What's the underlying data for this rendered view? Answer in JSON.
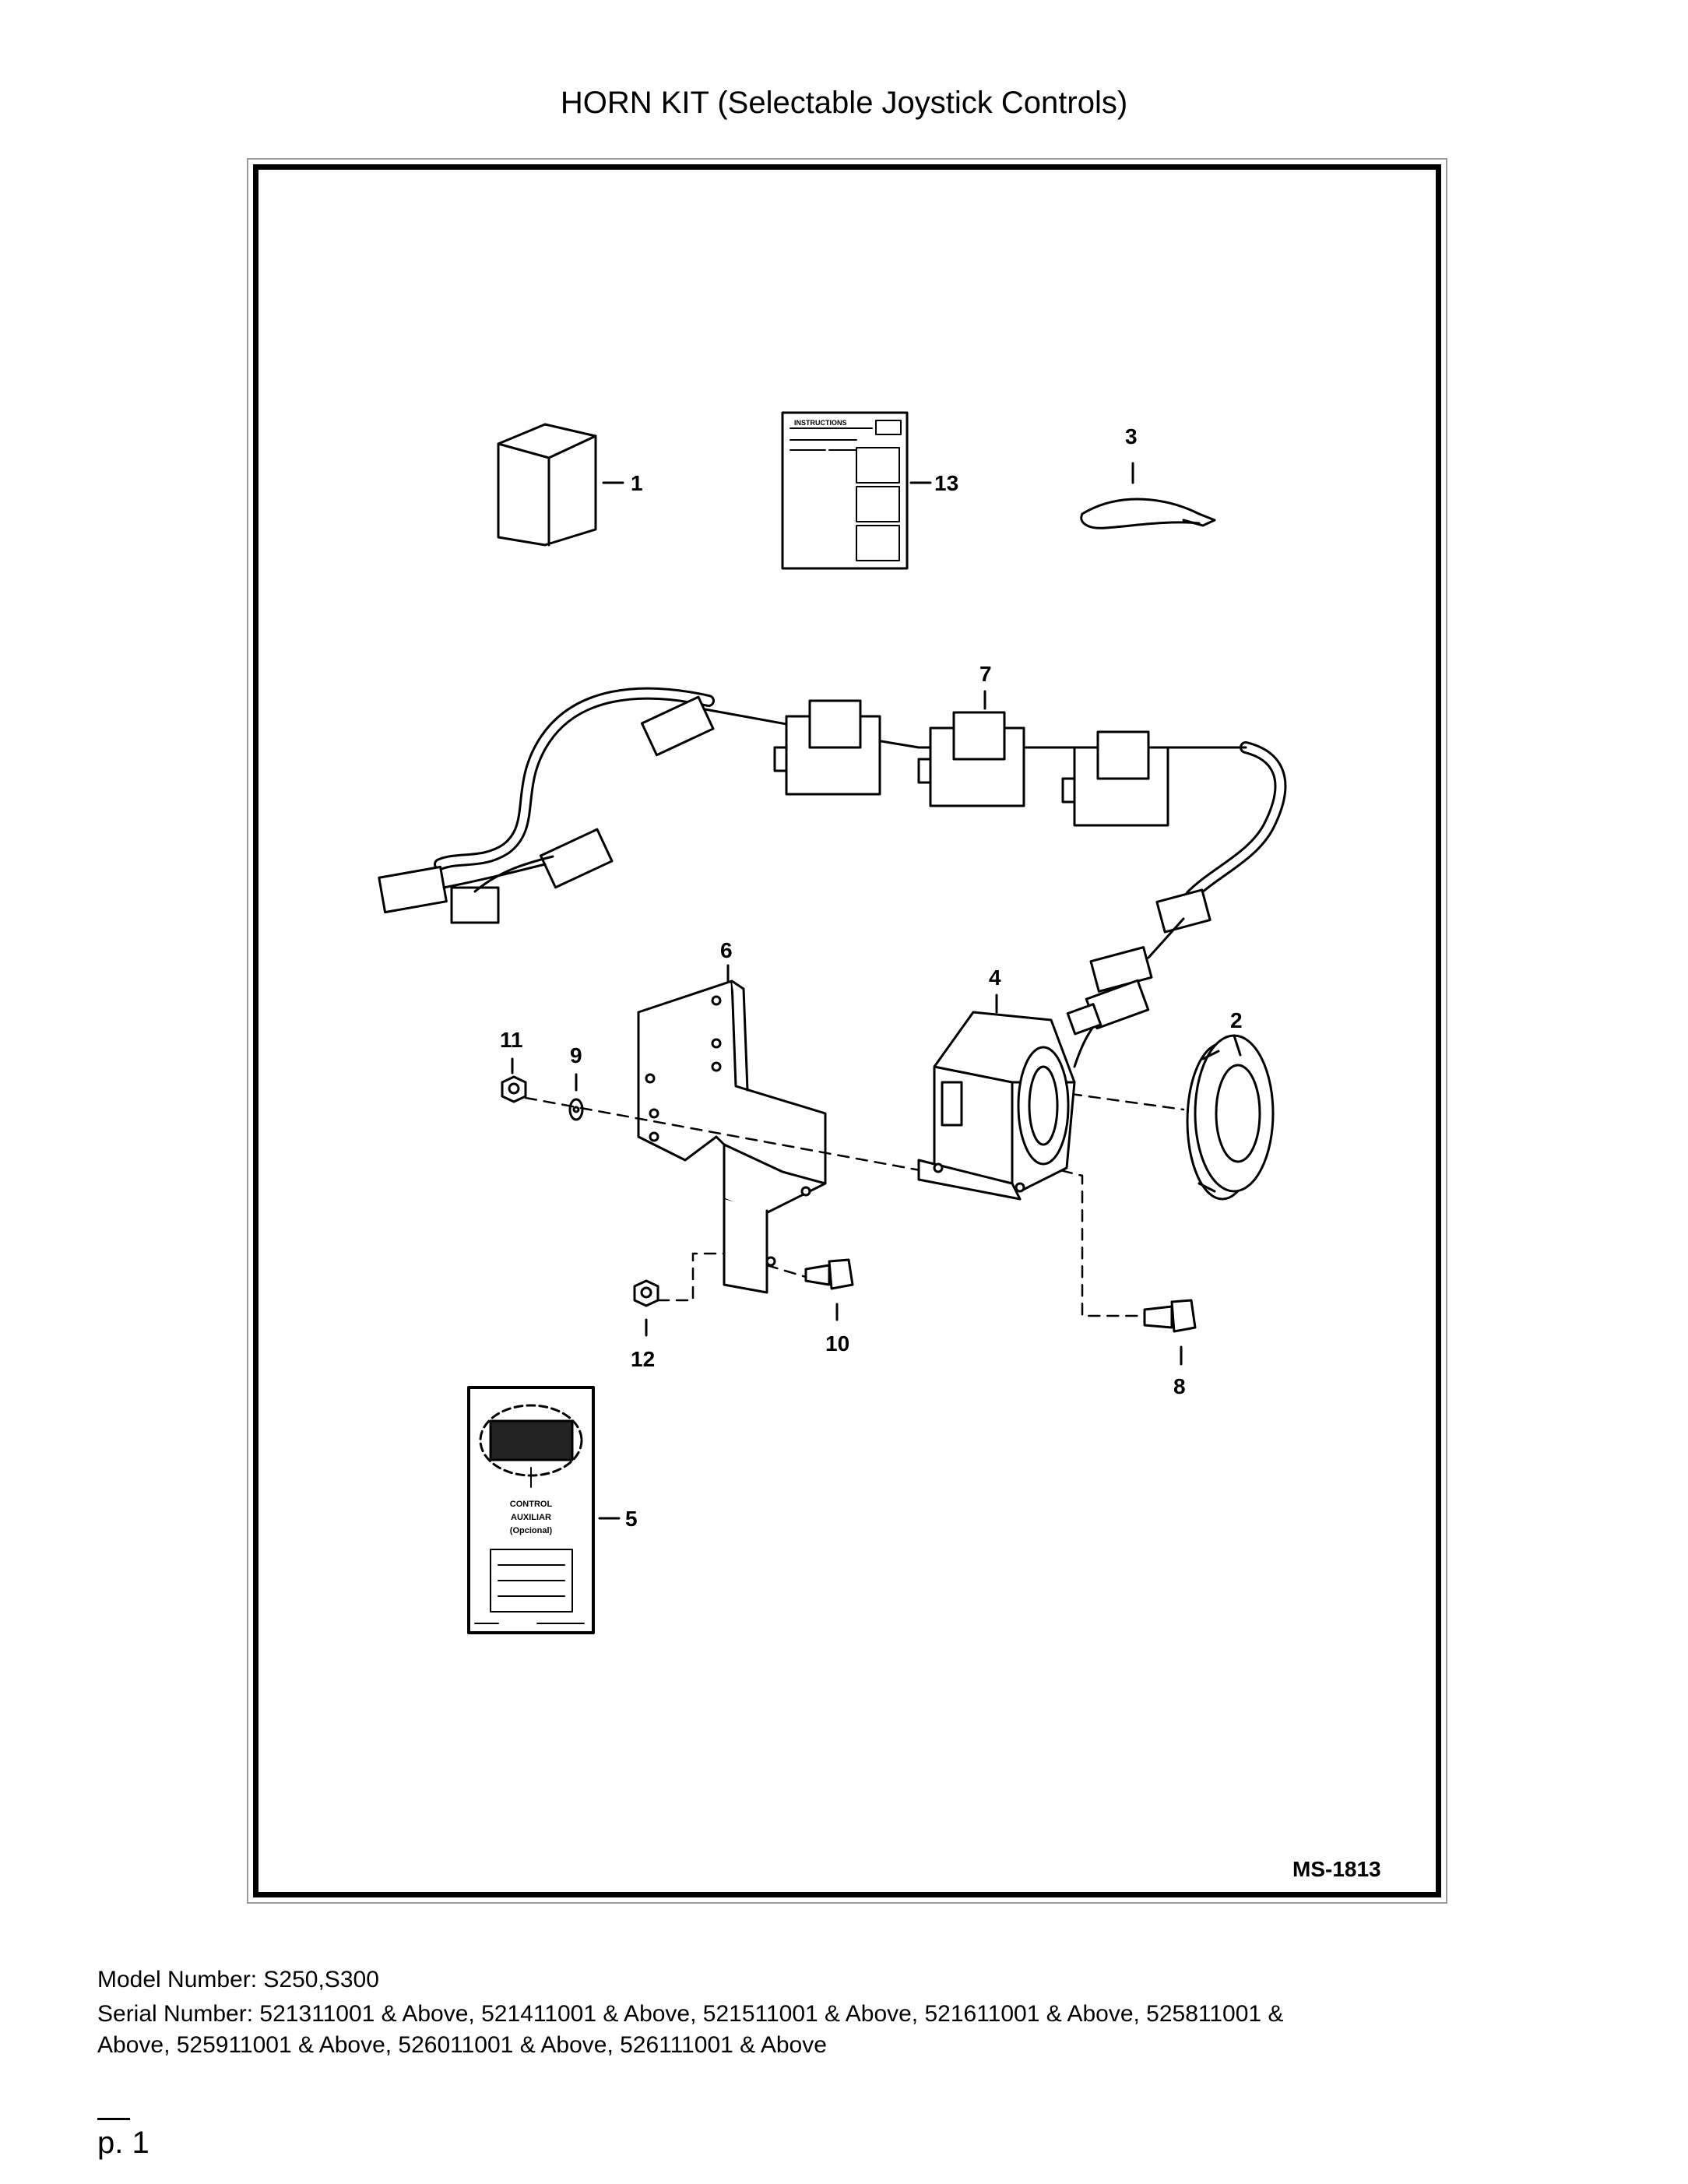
{
  "title": "HORN KIT (Selectable Joystick Controls)",
  "drawing_code": "MS-1813",
  "callouts": {
    "c1": "1",
    "c2": "2",
    "c3": "3",
    "c4": "4",
    "c5": "5",
    "c6": "6",
    "c7": "7",
    "c8": "8",
    "c9": "9",
    "c10": "10",
    "c11": "11",
    "c12": "12",
    "c13": "13"
  },
  "instructions_header": "INSTRUCTIONS",
  "decal_text": [
    "CONTROL",
    "AUXILIAR",
    "(Opcional)"
  ],
  "footer": {
    "model": "Model Number: S250,S300",
    "serial_line1": "Serial Number: 521311001 & Above, 521411001 & Above, 521511001 & Above, 521611001 & Above, 525811001 &",
    "serial_line2": "Above, 525911001 & Above, 526011001 & Above, 526111001 & Above"
  },
  "page_number": "p. 1"
}
